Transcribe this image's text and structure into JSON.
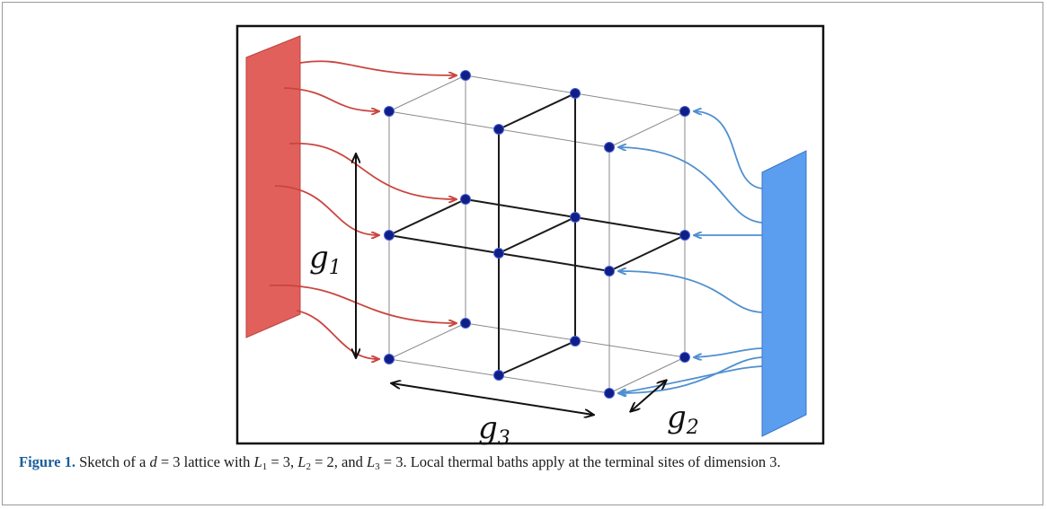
{
  "figure": {
    "labels": {
      "g1": "g",
      "g1_sub": "1",
      "g2": "g",
      "g2_sub": "2",
      "g3": "g",
      "g3_sub": "3"
    },
    "colors": {
      "hot_bath": "#e2605c",
      "cold_bath": "#5b9ef0",
      "hot_arrow": "#c9453f",
      "cold_arrow": "#4f8fcf",
      "site": "#0f1f86",
      "bond": "#222222"
    }
  },
  "caption": {
    "label": "Figure 1.",
    "t1": " Sketch of a ",
    "d_var": "d",
    "eq1": " = 3 lattice with ",
    "L1_var": "L",
    "L1_sub": "1",
    "L1_val": " = 3, ",
    "L2_var": "L",
    "L2_sub": "2",
    "L2_val": " = 2, and ",
    "L3_var": "L",
    "L3_sub": "3",
    "L3_val": " = 3. Local thermal baths apply at the terminal sites of dimension 3."
  }
}
